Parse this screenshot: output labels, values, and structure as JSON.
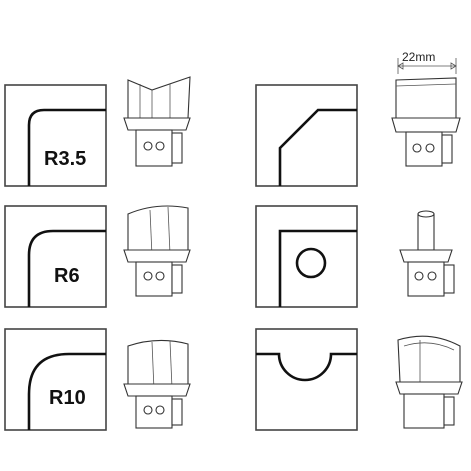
{
  "profiles": [
    {
      "label": "R3.5"
    },
    {
      "label": "R6"
    },
    {
      "label": "R10"
    }
  ],
  "dimension": {
    "label": "22mm"
  }
}
